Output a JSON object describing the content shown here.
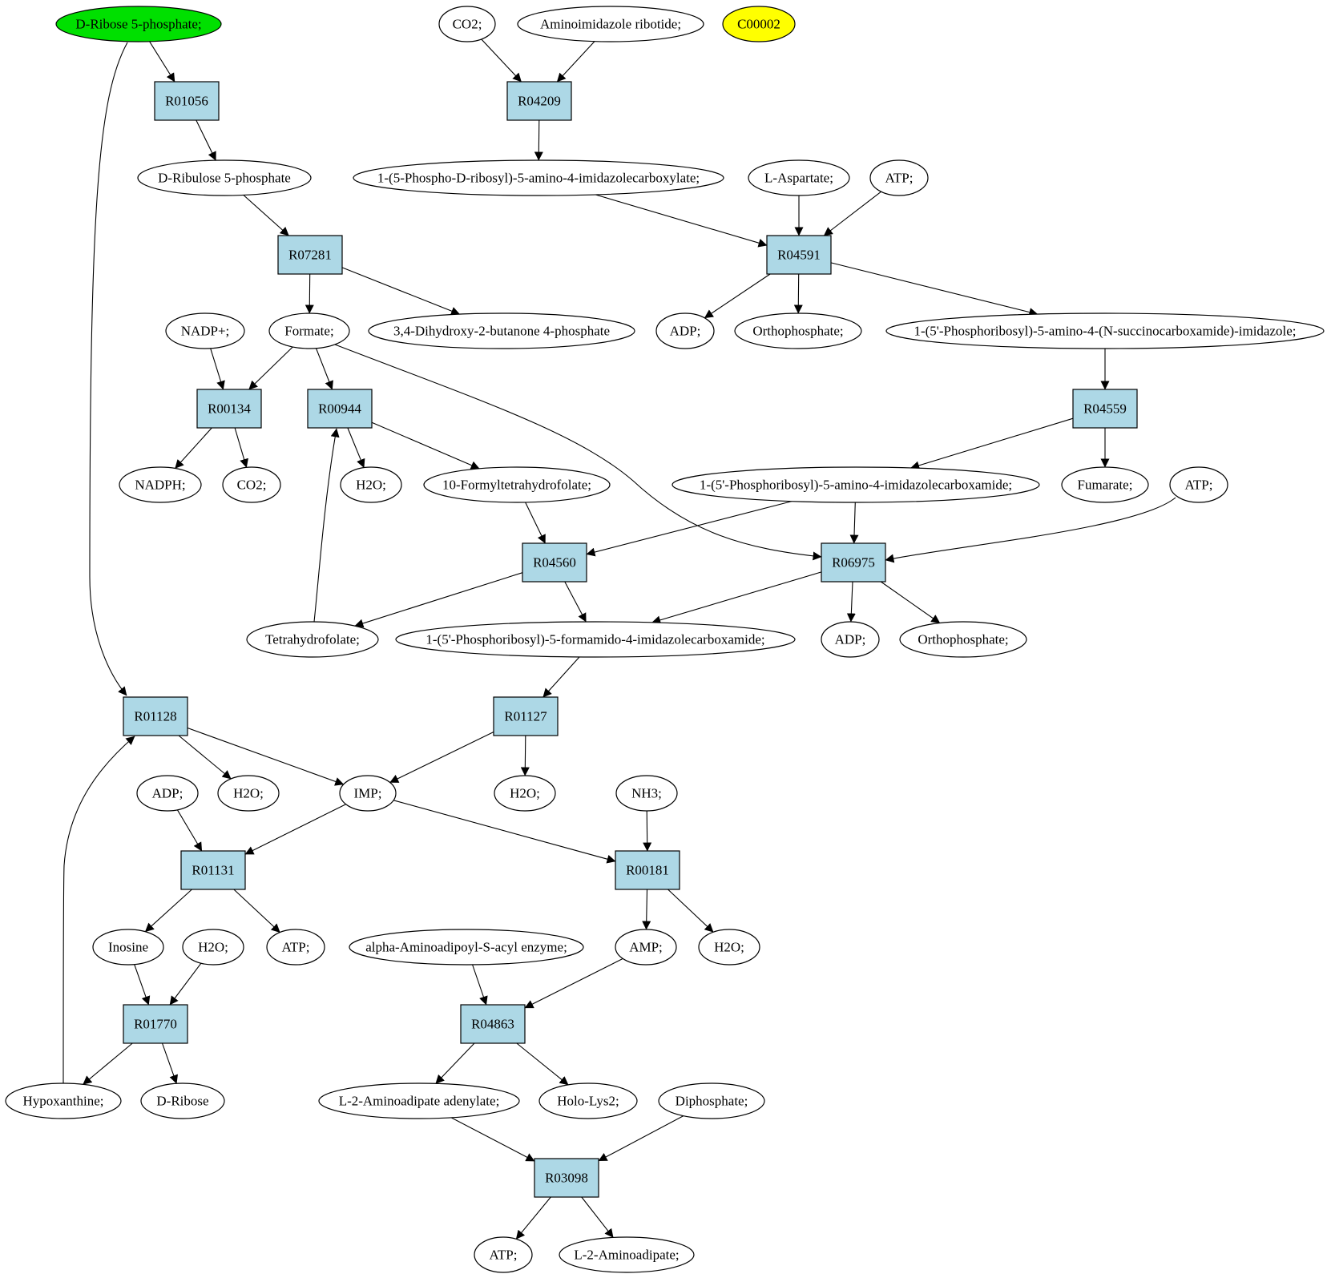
{
  "diagram": {
    "metabolites": {
      "m_rib5p": "D-Ribose 5-phosphate;",
      "m_co2_top": "CO2;",
      "m_air": "Aminoimidazole ribotide;",
      "m_c00002": "C00002",
      "m_ribu5p": "D-Ribulose 5-phosphate",
      "m_cair": "1-(5-Phospho-D-ribosyl)-5-amino-4-imidazolecarboxylate;",
      "m_asp": "L-Aspartate;",
      "m_atp1": "ATP;",
      "m_nadp": "NADP+;",
      "m_formate": "Formate;",
      "m_dhbp": "3,4-Dihydroxy-2-butanone 4-phosphate",
      "m_adp1": "ADP;",
      "m_pi1": "Orthophosphate;",
      "m_saicar": "1-(5'-Phosphoribosyl)-5-amino-4-(N-succinocarboxamide)-imidazole;",
      "m_nadph": "NADPH;",
      "m_co2_2": "CO2;",
      "m_h2o1": "H2O;",
      "m_10fthf": "10-Formyltetrahydrofolate;",
      "m_aicar": "1-(5'-Phosphoribosyl)-5-amino-4-imidazolecarboxamide;",
      "m_fum": "Fumarate;",
      "m_atp2": "ATP;",
      "m_thf": "Tetrahydrofolate;",
      "m_faicar": "1-(5'-Phosphoribosyl)-5-formamido-4-imidazolecarboxamide;",
      "m_adp2": "ADP;",
      "m_pi2": "Orthophosphate;",
      "m_adp3": "ADP;",
      "m_h2o2": "H2O;",
      "m_imp": "IMP;",
      "m_h2o3": "H2O;",
      "m_nh3": "NH3;",
      "m_inosine": "Inosine",
      "m_h2o4": "H2O;",
      "m_atp3": "ATP;",
      "m_aaacyl": "alpha-Aminoadipoyl-S-acyl enzyme;",
      "m_amp": "AMP;",
      "m_h2o5": "H2O;",
      "m_hypox": "Hypoxanthine;",
      "m_dribose": "D-Ribose",
      "m_l2aaad": "L-2-Aminoadipate adenylate;",
      "m_holo": "Holo-Lys2;",
      "m_ppi": "Diphosphate;",
      "m_atp4": "ATP;",
      "m_l2aa": "L-2-Aminoadipate;"
    },
    "reactions": {
      "r01056": "R01056",
      "r04209": "R04209",
      "r07281": "R07281",
      "r04591": "R04591",
      "r00134": "R00134",
      "r00944": "R00944",
      "r04559": "R04559",
      "r04560": "R04560",
      "r06975": "R06975",
      "r01128": "R01128",
      "r01127": "R01127",
      "r01131": "R01131",
      "r00181": "R00181",
      "r01770": "R01770",
      "r04863": "R04863",
      "r03098": "R03098"
    },
    "colors": {
      "start_node": "#00e000",
      "highlight_node": "#ffff00",
      "reaction_fill": "#add8e6",
      "metabolite_fill": "#ffffff"
    }
  }
}
